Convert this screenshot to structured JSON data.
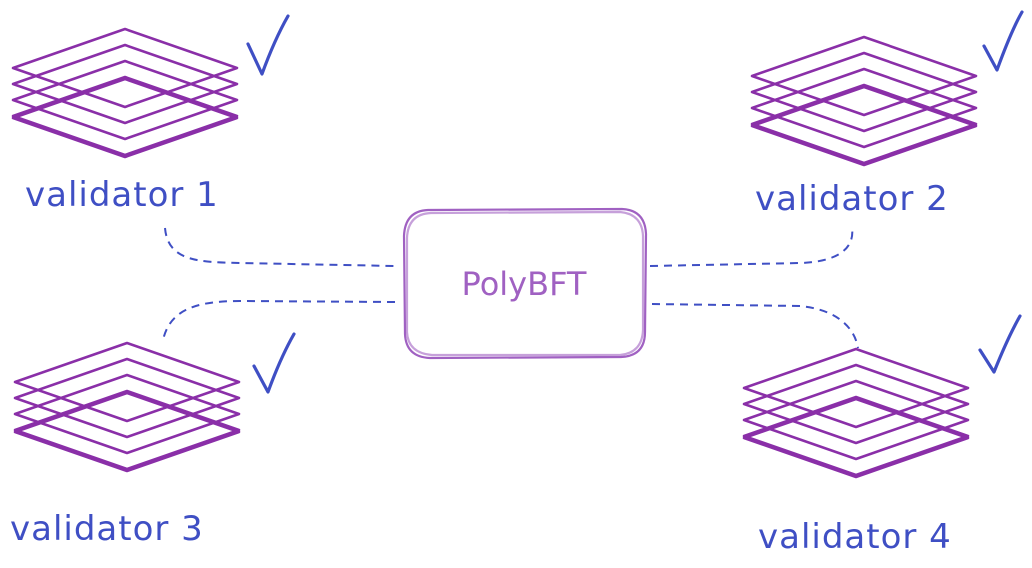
{
  "center": {
    "label": "PolyBFT"
  },
  "validators": [
    {
      "label": "validator 1",
      "status_icon": "checkmark-icon"
    },
    {
      "label": "validator 2",
      "status_icon": "checkmark-icon"
    },
    {
      "label": "validator 3",
      "status_icon": "checkmark-icon"
    },
    {
      "label": "validator 4",
      "status_icon": "checkmark-icon"
    }
  ],
  "colors": {
    "stack": "#8a2fa8",
    "text": "#3f4fc4",
    "center": "#a061c2"
  }
}
